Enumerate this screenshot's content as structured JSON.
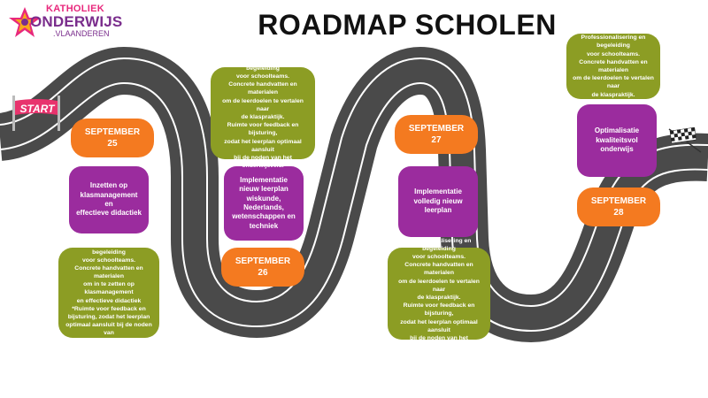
{
  "header": {
    "title": "ROADMAP SCHOLEN"
  },
  "logo": {
    "line1": "KATHOLIEK",
    "line2": "ONDERWIJS",
    "line3": ".VLAANDEREN"
  },
  "road": {
    "start_label": "START"
  },
  "colors": {
    "road": "#4a4a4a",
    "lane": "#ffffff",
    "green": "#8c9d24",
    "purple": "#9b2c9e",
    "orange": "#f47a20",
    "start_sign": "#e8336d"
  },
  "milestones": [
    {
      "label": "SEPTEMBER\n25"
    },
    {
      "label": "SEPTEMBER\n26"
    },
    {
      "label": "SEPTEMBER\n27"
    },
    {
      "label": "SEPTEMBER\n28"
    }
  ],
  "goals": [
    {
      "text": "Inzetten op\nklasmanagement\nen\neffectieve didactiek"
    },
    {
      "text": "Implementatie\nnieuw leerplan\nwiskunde,\nNederlands,\nwetenschappen en\ntechniek"
    },
    {
      "text": "Implementatie\nvolledig nieuw\nleerplan"
    },
    {
      "text": "Optimalisatie\nkwaliteitsvol\nonderwijs"
    }
  ],
  "support": [
    {
      "text": "Professionalisering en begeleiding\nvoor schoolteams.\nConcrete handvatten en materialen\nom in te zetten op klasmanagement\nen effectieve didactiek\n*Ruimte voor feedback en\nbijsturing, zodat het leerplan\noptimaal aansluit bij de noden van\nhet onderwijsveld."
    },
    {
      "text": "Professionalisering en begeleiding\nvoor schoolteams.\nConcrete handvatten en materialen\nom de leerdoelen te vertalen naar\nde klaspraktijk.\nRuimte voor feedback en bijsturing,\nzodat het leerplan optimaal aansluit\nbij de noden van het onderwijsveld."
    },
    {
      "text": "Professionalisering en begeleiding\nvoor schoolteams.\nConcrete handvatten en materialen\nom de leerdoelen te vertalen naar\nde klaspraktijk.\nRuimte voor feedback en bijsturing,\nzodat het leerplan optimaal aansluit\nbij de noden van het onderwijsveld."
    },
    {
      "text": "Professionalisering en begeleiding\nvoor schoolteams.\nConcrete handvatten en materialen\nom de leerdoelen te vertalen naar\nde klaspraktijk."
    }
  ]
}
